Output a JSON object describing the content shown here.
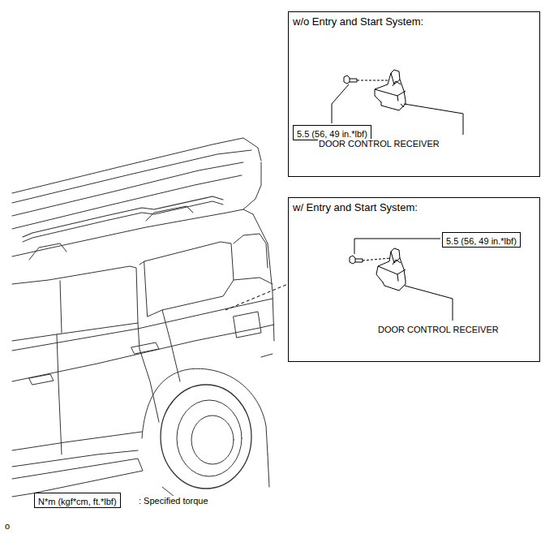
{
  "diagram": {
    "nodes": [
      {
        "text": [
          "w/o Entry and Start System:"
        ]
      },
      {
        "text": [
          "5.5 (56, 49 in.*lbf)"
        ],
        "in": 0
      },
      {
        "text": [
          "w/ Entry and Start System:"
        ]
      },
      {
        "text": [
          "5.5 (56, 49 in.*lbf)"
        ],
        "in": 2
      },
      {
        "text": [
          "N*m (kgf*cm, ft.*lbf)"
        ]
      }
    ],
    "labels": [
      "DOOR CONTROL RECEIVER",
      "DOOR CONTROL RECEIVER",
      ": Specified torque",
      "o"
    ]
  }
}
